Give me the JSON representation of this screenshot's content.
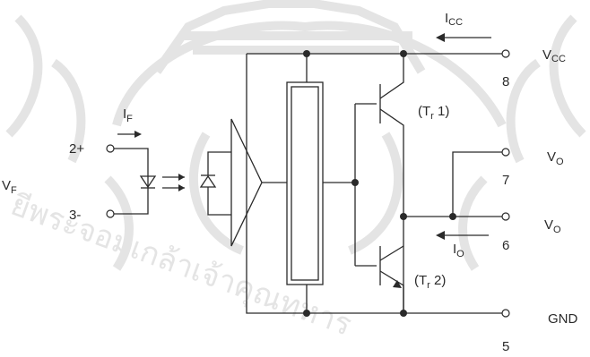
{
  "pins": {
    "p8": "8",
    "p7": "7",
    "p6": "6",
    "p5": "5",
    "in_pos": "2+",
    "in_neg": "3-"
  },
  "labels": {
    "vcc": {
      "main": "V",
      "sub": "CC"
    },
    "vo_top": {
      "main": "V",
      "sub": "O"
    },
    "vo_bottom": {
      "main": "V",
      "sub": "O"
    },
    "gnd": "GND",
    "icc": {
      "main": "I",
      "sub": "CC"
    },
    "io": {
      "main": "I",
      "sub": "O"
    },
    "if": {
      "main": "I",
      "sub": "F"
    },
    "vf": {
      "main": "V",
      "sub": "F"
    },
    "tr1": {
      "open": "(T",
      "sub": "r",
      "num": " 1)"
    },
    "tr2": {
      "open": "(T",
      "sub": "r",
      "num": " 2)"
    }
  },
  "watermark": {
    "text": "ยีพระจอมเกล้าเจ้าคุณทหาร",
    "color": "#e4e4e4"
  },
  "colors": {
    "ink": "#2a2a2a",
    "background": "#ffffff"
  }
}
